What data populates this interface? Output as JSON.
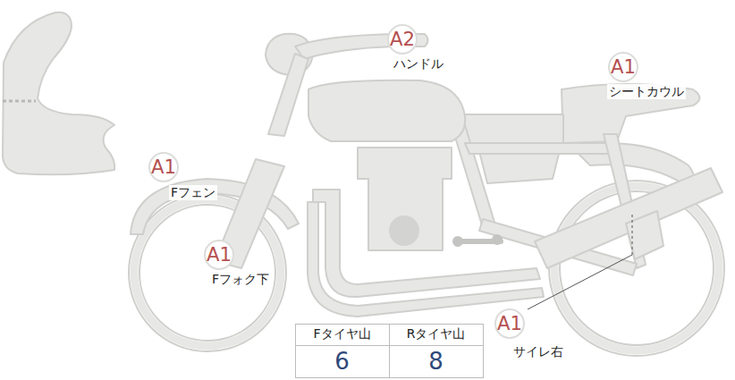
{
  "diagram": {
    "nodes": [
      {
        "text": [
          "A2",
          "ハンドル"
        ]
      },
      {
        "text": [
          "A1",
          "シートカウル"
        ]
      },
      {
        "text": [
          "A1",
          "Fフェン"
        ]
      },
      {
        "text": [
          "A1",
          "Fフォク下"
        ]
      },
      {
        "text": [
          "A1",
          "サイレ右"
        ]
      }
    ],
    "labels": [
      "Fタイヤ山",
      "Rタイヤ山",
      "6",
      "8"
    ]
  }
}
